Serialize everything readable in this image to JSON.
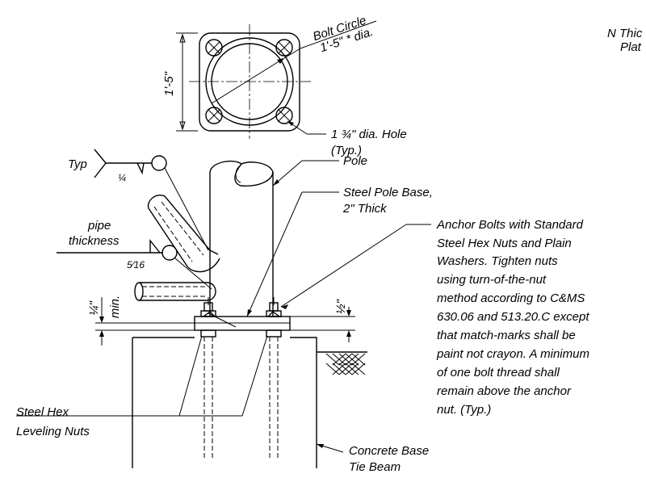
{
  "plan_view": {
    "dimension": "1'-5\"",
    "bolt_circle_line1": "Bolt Circle",
    "bolt_circle_line2": "1'-5\" * dia.",
    "hole_line1": "1 ¾\" dia. Hole",
    "hole_line2": "(Typ.)"
  },
  "corner_note": {
    "line1": "N Thic",
    "line2": "Plat"
  },
  "welds": {
    "typ_label": "Typ",
    "typ_size": "¼",
    "pipe_label_line1": "pipe",
    "pipe_label_line2": "thickness",
    "pipe_size": "5⁄16"
  },
  "labels": {
    "pole": "Pole",
    "base_line1": "Steel Pole Base,",
    "base_line2": "2\" Thick",
    "anchor_bolts": [
      "Anchor Bolts with Standard",
      "Steel Hex Nuts and Plain",
      "Washers.  Tighten nuts",
      "using turn-of-the-nut",
      "method according to C&MS",
      "630.06 and 513.20.C except",
      "that match-marks shall be",
      "paint not crayon. A minimum",
      "of one bolt thread shall",
      "remain above the anchor",
      "nut.  (Typ.)"
    ],
    "leveling_line1": "Steel Hex",
    "leveling_line2": "Leveling Nuts",
    "concrete_line1": "Concrete Base",
    "concrete_line2": "Tie Beam"
  },
  "dims": {
    "quarter": "¼\"",
    "min": "min.",
    "half": "½\""
  }
}
